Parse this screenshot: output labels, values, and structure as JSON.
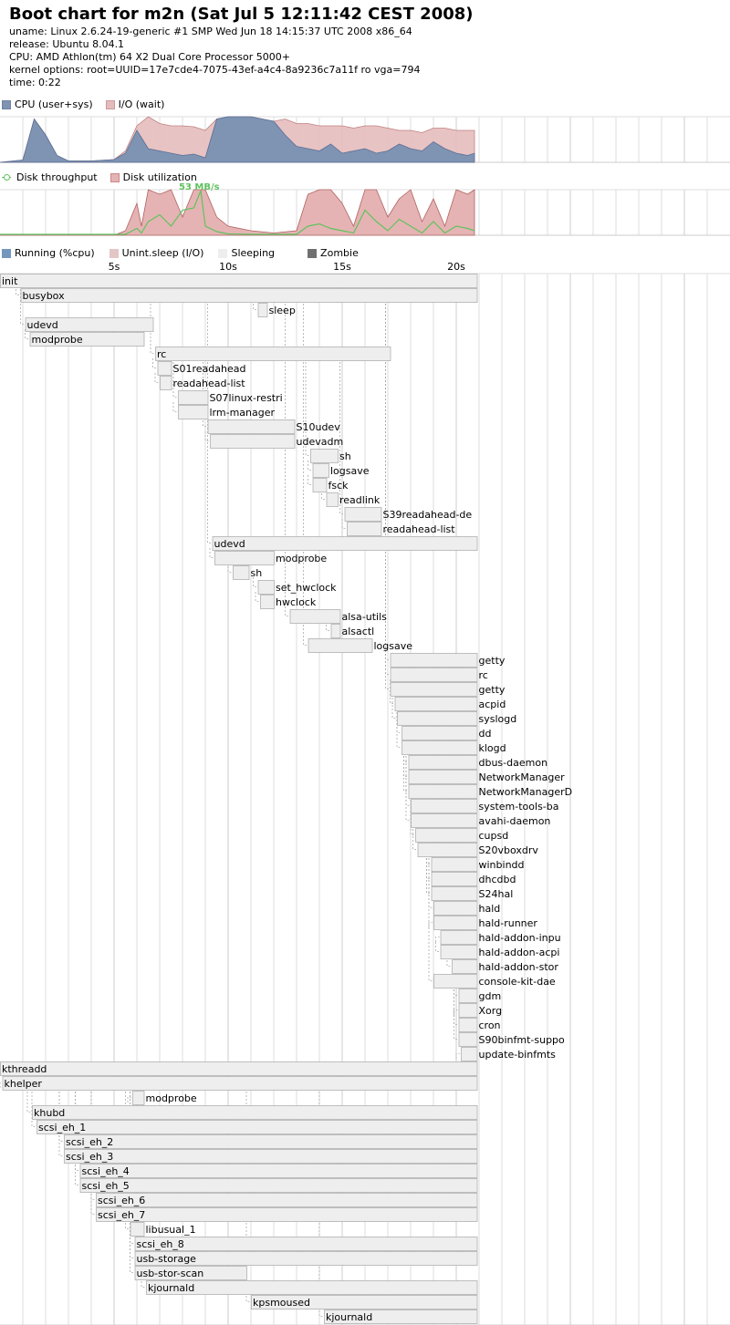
{
  "header": {
    "title": "Boot chart for m2n (Sat Jul 5 12:11:42 CEST 2008)",
    "uname": "uname: Linux 2.6.24-19-generic #1 SMP Wed Jun 18 14:15:37 UTC 2008 x86_64",
    "release": "release: Ubuntu 8.04.1",
    "cpu": "CPU: AMD Athlon(tm) 64 X2 Dual Core Processor 5000+",
    "kernel": "kernel options: root=UUID=17e7cde4-7075-43ef-a4c4-8a9236c7a11f ro vga=794",
    "time": "time: 0:22"
  },
  "colors": {
    "cpu": "#7f93b3",
    "io": "#e5bcbc",
    "disk_util": "#e5b3b3",
    "throughput": "#5fc25f",
    "running": "#7397bd",
    "unint": "#e3c6c6",
    "sleeping": "#eeeeee",
    "zombie": "#707070",
    "grid": "#dddddd"
  },
  "chart_data": [
    {
      "type": "area",
      "legend": [
        "CPU (user+sys)",
        "I/O (wait)"
      ],
      "x_unit": "s",
      "xlim": [
        0,
        22
      ],
      "ylim": [
        0,
        100
      ],
      "series": [
        {
          "name": "CPU (user+sys)",
          "x": [
            0,
            1,
            1.5,
            2,
            2.5,
            3,
            4,
            5,
            5.5,
            6,
            6.5,
            7,
            7.5,
            8,
            8.5,
            9,
            9.5,
            10,
            10.5,
            11,
            11.5,
            12,
            12.5,
            13,
            13.5,
            14,
            14.5,
            15,
            15.5,
            16,
            16.5,
            17,
            17.5,
            18,
            18.5,
            19,
            19.5,
            20,
            20.5,
            20.8
          ],
          "y": [
            0,
            5,
            95,
            60,
            15,
            3,
            3,
            6,
            20,
            70,
            30,
            25,
            20,
            15,
            18,
            10,
            95,
            100,
            100,
            100,
            95,
            90,
            60,
            35,
            30,
            25,
            40,
            20,
            25,
            30,
            20,
            25,
            40,
            30,
            25,
            45,
            30,
            20,
            15,
            20
          ]
        },
        {
          "name": "I/O (wait)",
          "x": [
            0,
            1,
            1.5,
            2,
            2.5,
            3,
            4,
            5,
            5.5,
            6,
            6.5,
            7,
            7.5,
            8,
            8.5,
            9,
            9.5,
            10,
            10.5,
            11,
            11.5,
            12,
            12.5,
            13,
            13.5,
            14,
            14.5,
            15,
            15.5,
            16,
            16.5,
            17,
            17.5,
            18,
            18.5,
            19,
            19.5,
            20,
            20.5,
            20.8
          ],
          "y": [
            0,
            0,
            0,
            0,
            0,
            0,
            0,
            0,
            5,
            10,
            75,
            60,
            60,
            65,
            60,
            60,
            0,
            0,
            0,
            0,
            0,
            0,
            35,
            50,
            55,
            55,
            40,
            60,
            50,
            50,
            60,
            50,
            30,
            40,
            40,
            30,
            45,
            50,
            55,
            50
          ]
        }
      ]
    },
    {
      "type": "area",
      "legend": [
        "Disk throughput",
        "Disk utilization"
      ],
      "annotation": "53 MB/s",
      "x_unit": "s",
      "xlim": [
        0,
        22
      ],
      "ylim": [
        0,
        100
      ],
      "series": [
        {
          "name": "Disk utilization",
          "x": [
            0,
            1,
            5,
            5.5,
            6,
            6.2,
            6.5,
            7,
            7.5,
            8,
            8.5,
            9,
            9.5,
            10,
            11,
            12,
            13,
            13.5,
            14,
            14.5,
            15,
            15.5,
            16,
            16.5,
            17,
            17.5,
            18,
            18.5,
            19,
            19.5,
            20,
            20.5,
            20.8
          ],
          "y": [
            0,
            0,
            0,
            10,
            70,
            20,
            100,
            90,
            100,
            40,
            100,
            100,
            40,
            20,
            10,
            5,
            10,
            90,
            100,
            100,
            70,
            20,
            100,
            100,
            40,
            80,
            100,
            30,
            80,
            20,
            100,
            90,
            100
          ]
        },
        {
          "name": "Disk throughput",
          "x": [
            0,
            1,
            5,
            5.5,
            6,
            6.2,
            6.5,
            7,
            7.5,
            8,
            8.5,
            8.8,
            9,
            9.5,
            10,
            11,
            12,
            13,
            13.5,
            14,
            14.5,
            15,
            15.5,
            16,
            16.5,
            17,
            17.5,
            18,
            18.5,
            19,
            19.5,
            20,
            20.5,
            20.8
          ],
          "y": [
            2,
            2,
            2,
            2,
            15,
            5,
            30,
            45,
            20,
            55,
            60,
            98,
            20,
            8,
            3,
            2,
            2,
            2,
            20,
            25,
            15,
            10,
            5,
            55,
            30,
            10,
            35,
            20,
            5,
            30,
            5,
            20,
            15,
            10
          ]
        }
      ]
    },
    {
      "type": "gantt",
      "legend": [
        "Running (%cpu)",
        "Unint.sleep (I/O)",
        "Sleeping",
        "Zombie"
      ],
      "x_unit": "s",
      "xlim": [
        0,
        21
      ],
      "ticks": [
        "5s",
        "10s",
        "15s",
        "20s"
      ],
      "tick_values": [
        5,
        10,
        15,
        20
      ],
      "processes": [
        {
          "name": "init",
          "start": 0,
          "end": 20.9,
          "parent": -1
        },
        {
          "name": "busybox",
          "start": 0.9,
          "end": 20.9,
          "parent": 0
        },
        {
          "name": "sleep",
          "start": 11.3,
          "end": 11.7,
          "parent": 1
        },
        {
          "name": "udevd",
          "start": 1.1,
          "end": 6.7,
          "parent": 0
        },
        {
          "name": "modprobe",
          "start": 1.3,
          "end": 6.3,
          "parent": 3
        },
        {
          "name": "rc",
          "start": 6.8,
          "end": 17.1,
          "parent": 0
        },
        {
          "name": "S01readahead",
          "start": 6.9,
          "end": 7.5,
          "parent": 5
        },
        {
          "name": "readahead-list",
          "start": 7.0,
          "end": 7.5,
          "parent": 6
        },
        {
          "name": "S07linux-restri",
          "start": 7.8,
          "end": 9.1,
          "parent": 5
        },
        {
          "name": "lrm-manager",
          "start": 7.8,
          "end": 9.1,
          "parent": 8
        },
        {
          "name": "S10udev",
          "start": 9.1,
          "end": 12.9,
          "parent": 5
        },
        {
          "name": "udevadm",
          "start": 9.2,
          "end": 12.9,
          "parent": 10
        },
        {
          "name": "sh",
          "start": 13.6,
          "end": 14.8,
          "parent": 5
        },
        {
          "name": "logsave",
          "start": 13.7,
          "end": 14.4,
          "parent": 12
        },
        {
          "name": "fsck",
          "start": 13.7,
          "end": 14.3,
          "parent": 13
        },
        {
          "name": "readlink",
          "start": 14.3,
          "end": 14.8,
          "parent": 12
        },
        {
          "name": "S39readahead-de",
          "start": 15.1,
          "end": 16.7,
          "parent": 5
        },
        {
          "name": "readahead-list",
          "start": 15.2,
          "end": 16.7,
          "parent": 16
        },
        {
          "name": "udevd",
          "start": 9.3,
          "end": 20.9,
          "parent": 0
        },
        {
          "name": "modprobe",
          "start": 9.4,
          "end": 12.0,
          "parent": 18
        },
        {
          "name": "sh",
          "start": 10.2,
          "end": 10.9,
          "parent": 18
        },
        {
          "name": "set_hwclock",
          "start": 11.3,
          "end": 12.0,
          "parent": 20
        },
        {
          "name": "hwclock",
          "start": 11.4,
          "end": 12.0,
          "parent": 21
        },
        {
          "name": "alsa-utils",
          "start": 12.7,
          "end": 14.9,
          "parent": 0
        },
        {
          "name": "alsactl",
          "start": 14.5,
          "end": 14.9,
          "parent": 23
        },
        {
          "name": "logsave",
          "start": 13.5,
          "end": 16.3,
          "parent": 0
        },
        {
          "name": "getty",
          "start": 17.1,
          "end": 20.9,
          "parent": 0
        },
        {
          "name": "rc",
          "start": 17.1,
          "end": 20.9,
          "parent": 0
        },
        {
          "name": "getty",
          "start": 17.1,
          "end": 20.9,
          "parent": 0
        },
        {
          "name": "acpid",
          "start": 17.3,
          "end": 20.9,
          "parent": 27
        },
        {
          "name": "syslogd",
          "start": 17.4,
          "end": 20.9,
          "parent": 27
        },
        {
          "name": "dd",
          "start": 17.6,
          "end": 20.9,
          "parent": 27
        },
        {
          "name": "klogd",
          "start": 17.6,
          "end": 20.9,
          "parent": 27
        },
        {
          "name": "dbus-daemon",
          "start": 17.9,
          "end": 20.9,
          "parent": 27
        },
        {
          "name": "NetworkManager",
          "start": 17.9,
          "end": 20.9,
          "parent": 27
        },
        {
          "name": "NetworkManagerD",
          "start": 17.9,
          "end": 20.9,
          "parent": 27
        },
        {
          "name": "system-tools-ba",
          "start": 18.0,
          "end": 20.9,
          "parent": 27
        },
        {
          "name": "avahi-daemon",
          "start": 18.0,
          "end": 20.9,
          "parent": 27
        },
        {
          "name": "cupsd",
          "start": 18.2,
          "end": 20.9,
          "parent": 27
        },
        {
          "name": "S20vboxdrv",
          "start": 18.3,
          "end": 20.9,
          "parent": 27
        },
        {
          "name": "winbindd",
          "start": 18.9,
          "end": 20.9,
          "parent": 27
        },
        {
          "name": "dhcdbd",
          "start": 18.9,
          "end": 20.9,
          "parent": 27
        },
        {
          "name": "S24hal",
          "start": 18.9,
          "end": 20.9,
          "parent": 27
        },
        {
          "name": "hald",
          "start": 19.0,
          "end": 20.9,
          "parent": 27
        },
        {
          "name": "hald-runner",
          "start": 19.0,
          "end": 20.9,
          "parent": 44
        },
        {
          "name": "hald-addon-inpu",
          "start": 19.3,
          "end": 20.9,
          "parent": 45
        },
        {
          "name": "hald-addon-acpi",
          "start": 19.3,
          "end": 20.9,
          "parent": 45
        },
        {
          "name": "hald-addon-stor",
          "start": 19.8,
          "end": 20.9,
          "parent": 45
        },
        {
          "name": "console-kit-dae",
          "start": 19.0,
          "end": 20.9,
          "parent": 27
        },
        {
          "name": "gdm",
          "start": 20.1,
          "end": 20.9,
          "parent": 27
        },
        {
          "name": "Xorg",
          "start": 20.1,
          "end": 20.9,
          "parent": 50
        },
        {
          "name": "cron",
          "start": 20.1,
          "end": 20.9,
          "parent": 27
        },
        {
          "name": "S90binfmt-suppo",
          "start": 20.1,
          "end": 20.9,
          "parent": 27
        },
        {
          "name": "update-binfmts",
          "start": 20.2,
          "end": 20.9,
          "parent": 53
        },
        {
          "name": "kthreadd",
          "start": 0,
          "end": 20.9,
          "parent": -1
        },
        {
          "name": "khelper",
          "start": 0.1,
          "end": 20.9,
          "parent": 55
        },
        {
          "name": "modprobe",
          "start": 5.8,
          "end": 6.3,
          "parent": 56
        },
        {
          "name": "khubd",
          "start": 1.4,
          "end": 20.9,
          "parent": 55
        },
        {
          "name": "scsi_eh_1",
          "start": 1.6,
          "end": 20.9,
          "parent": 55
        },
        {
          "name": "scsi_eh_2",
          "start": 2.8,
          "end": 20.9,
          "parent": 55
        },
        {
          "name": "scsi_eh_3",
          "start": 2.8,
          "end": 20.9,
          "parent": 55
        },
        {
          "name": "scsi_eh_4",
          "start": 3.5,
          "end": 20.9,
          "parent": 55
        },
        {
          "name": "scsi_eh_5",
          "start": 3.5,
          "end": 20.9,
          "parent": 55
        },
        {
          "name": "scsi_eh_6",
          "start": 4.2,
          "end": 20.9,
          "parent": 55
        },
        {
          "name": "scsi_eh_7",
          "start": 4.2,
          "end": 20.9,
          "parent": 55
        },
        {
          "name": "libusual_1",
          "start": 5.7,
          "end": 6.3,
          "parent": 55
        },
        {
          "name": "scsi_eh_8",
          "start": 5.9,
          "end": 20.9,
          "parent": 55
        },
        {
          "name": "usb-storage",
          "start": 5.9,
          "end": 20.9,
          "parent": 55
        },
        {
          "name": "usb-stor-scan",
          "start": 5.9,
          "end": 10.8,
          "parent": 55
        },
        {
          "name": "kjournald",
          "start": 6.4,
          "end": 20.9,
          "parent": 55
        },
        {
          "name": "kpsmoused",
          "start": 11.0,
          "end": 20.9,
          "parent": 55
        },
        {
          "name": "kjournald",
          "start": 14.2,
          "end": 20.9,
          "parent": 55
        }
      ]
    }
  ]
}
